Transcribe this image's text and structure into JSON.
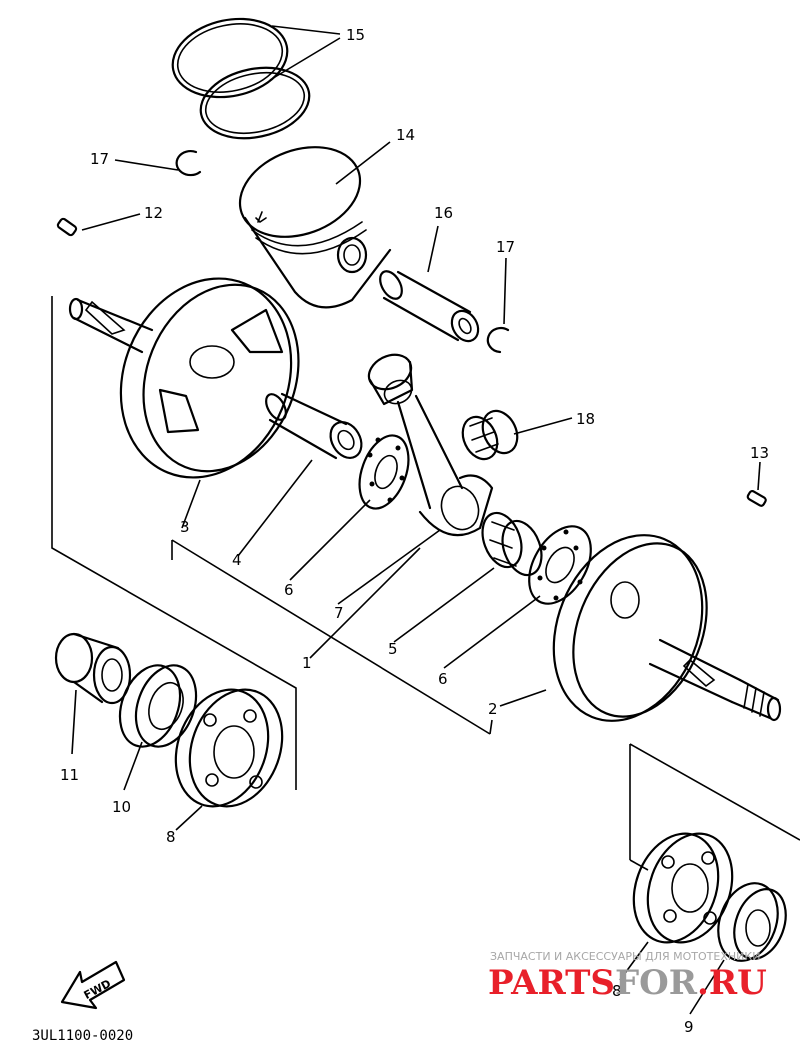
{
  "diagram": {
    "code": "3UL1100-0020",
    "fwd_label": "FWD",
    "labels": {
      "p1": "1",
      "p2": "2",
      "p3": "3",
      "p4": "4",
      "p5": "5",
      "p6a": "6",
      "p6b": "6",
      "p7": "7",
      "p8a": "8",
      "p8b": "8",
      "p9": "9",
      "p10": "10",
      "p11": "11",
      "p12": "12",
      "p13": "13",
      "p14": "14",
      "p15": "15",
      "p16": "16",
      "p17a": "17",
      "p17b": "17",
      "p18": "18"
    }
  },
  "watermark": {
    "tagline": "ЗАПЧАСТИ И АКСЕССУАРЫ ДЛЯ МОТОТЕХНИКИ",
    "brand_a": "PARTS",
    "brand_b": "FOR",
    "brand_c": ".RU",
    "color_red": "#e8202a",
    "color_gray": "#9a9a9a"
  }
}
